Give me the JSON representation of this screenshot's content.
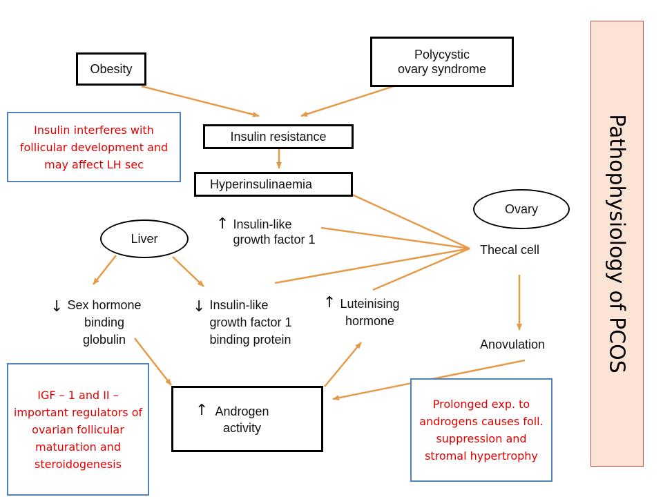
{
  "title": "Pathophysiology of PCOS",
  "nodes": {
    "obesity": "Obesity",
    "pcos_line1": "Polycystic",
    "pcos_line2": "ovary syndrome",
    "insulin_resistance": "Insulin resistance",
    "hyperinsulinaemia": "Hyperinsulinaemia",
    "igf1_line1": "Insulin-like",
    "igf1_line2": "growth factor 1",
    "ovary": "Ovary",
    "thecal_cell": "Thecal cell",
    "liver": "Liver",
    "shbg_line1": "Sex hormone",
    "shbg_line2": "binding",
    "shbg_line3": "globulin",
    "igfbp_line1": "Insulin-like",
    "igfbp_line2": "growth factor 1",
    "igfbp_line3": "binding protein",
    "lh_line1": "Luteinising",
    "lh_line2": "hormone",
    "anovulation": "Anovulation",
    "androgen_line1": "Androgen",
    "androgen_line2": "activity"
  },
  "symbols": {
    "up_arrow": "↑",
    "down_arrow": "↓"
  },
  "notes": {
    "insulin_note": "Insulin interferes with follicular development and may affect LH sec",
    "igf_note": "IGF – 1 and II – important regulators of ovarian follicular maturation and steroidogenesis",
    "androgen_note": "Prolonged exp. to androgens causes foll. suppression and stromal hypertrophy"
  },
  "colors": {
    "arrow": "#e59a4a",
    "note_text": "#e00000",
    "note_border": "#4f81bd",
    "title_bg": "#fbe4d5"
  }
}
